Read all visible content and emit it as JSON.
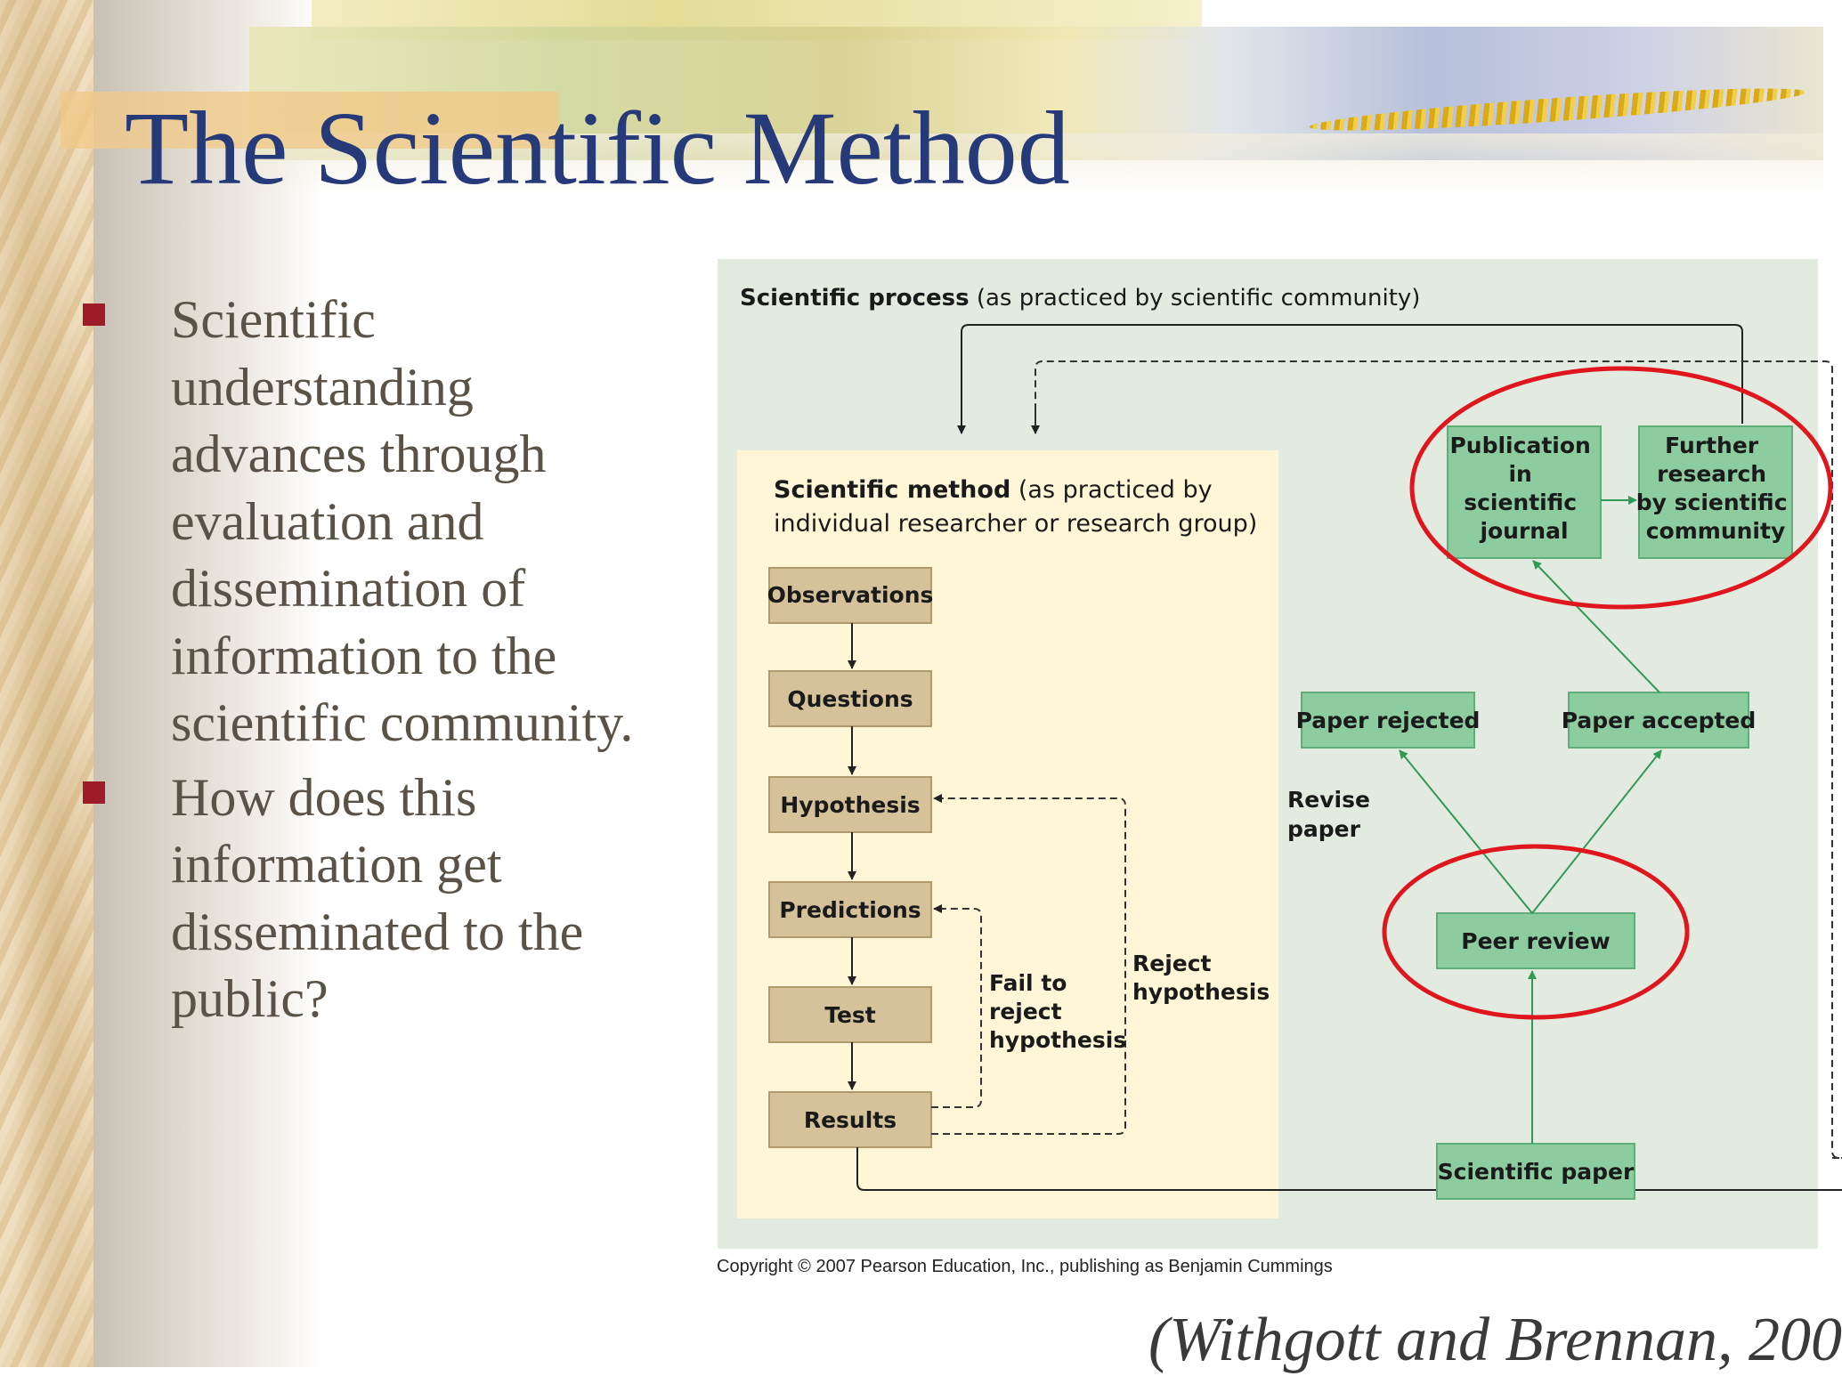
{
  "slide": {
    "title": "The Scientific Method",
    "bullets": [
      "Scientific understanding advances through evaluation and dissemination of information to the scientific community.",
      "How does this information get disseminated to the public?"
    ],
    "citation": "(Withgott and Brennan, 200"
  },
  "diagram": {
    "process_title_bold": "Scientific process",
    "process_title_rest": "(as practiced by scientific community)",
    "method_title_bold": "Scientific method",
    "method_title_rest": "(as practiced by",
    "method_title_line2": "individual researcher or research group)",
    "method_steps": [
      "Observations",
      "Questions",
      "Hypothesis",
      "Predictions",
      "Test",
      "Results"
    ],
    "fail_to_reject": [
      "Fail to",
      "reject",
      "hypothesis"
    ],
    "reject_hypothesis": [
      "Reject",
      "hypothesis"
    ],
    "revise_paper": [
      "Revise",
      "paper"
    ],
    "publication": [
      "Publication",
      "in",
      "scientific",
      "journal"
    ],
    "further_research": [
      "Further",
      "research",
      "by scientific",
      "community"
    ],
    "paper_rejected": "Paper rejected",
    "paper_accepted": "Paper accepted",
    "peer_review": "Peer review",
    "scientific_paper": "Scientific paper",
    "copyright": "Copyright © 2007 Pearson Education, Inc., publishing as Benjamin Cummings"
  },
  "colors": {
    "title": "#263a7a",
    "bullet_marker": "#9e1b2a",
    "method_box": "#d5c29a",
    "process_box": "#8ccc9f",
    "highlight_circle": "#e0161e",
    "green_arrow": "#2f9a55"
  }
}
